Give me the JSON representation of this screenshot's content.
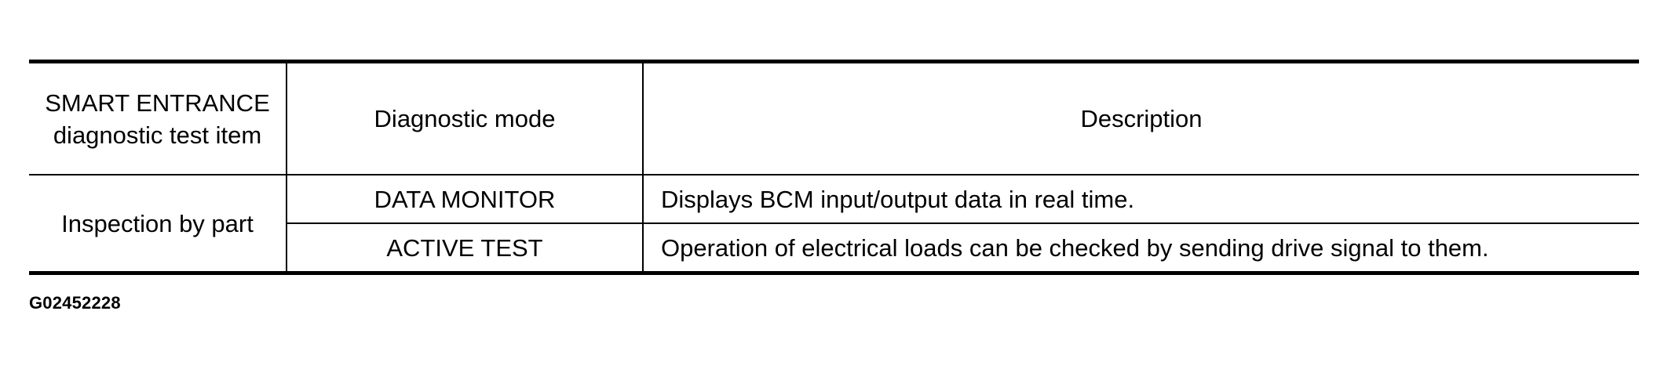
{
  "table": {
    "headers": [
      "SMART ENTRANCE diagnostic test item",
      "Diagnostic mode",
      "Description"
    ],
    "group_label": "Inspection by part",
    "rows": [
      {
        "mode": "DATA MONITOR",
        "description": "Displays BCM input/output data in real time."
      },
      {
        "mode": "ACTIVE TEST",
        "description": "Operation of electrical loads can be checked by sending drive signal to them."
      }
    ]
  },
  "figure_id": "G02452228"
}
